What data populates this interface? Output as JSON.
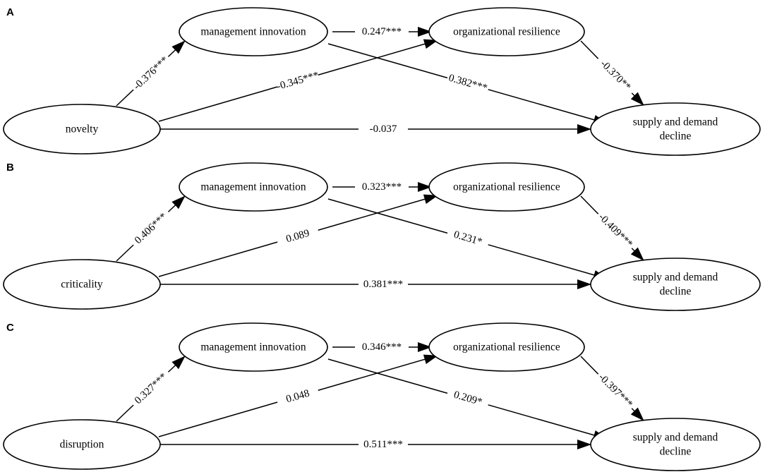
{
  "panels": [
    {
      "letter": "A",
      "source": "novelty",
      "mediator": "management innovation",
      "resilience": "organizational resilience",
      "outcome": [
        "supply and demand",
        "decline"
      ],
      "paths": {
        "source_to_mediator": "-0.376***",
        "mediator_to_resilience": "0.247***",
        "source_to_resilience": "-0.345***",
        "mediator_to_outcome": "0.382***",
        "resilience_to_outcome": "-0.370**",
        "source_to_outcome": "-0.037"
      }
    },
    {
      "letter": "B",
      "source": "criticality",
      "mediator": "management innovation",
      "resilience": "organizational resilience",
      "outcome": [
        "supply and demand",
        "decline"
      ],
      "paths": {
        "source_to_mediator": "0.406***",
        "mediator_to_resilience": "0.323***",
        "source_to_resilience": "0.089",
        "mediator_to_outcome": "0.231*",
        "resilience_to_outcome": "-0.409***",
        "source_to_outcome": "0.381***"
      }
    },
    {
      "letter": "C",
      "source": "disruption",
      "mediator": "management innovation",
      "resilience": "organizational resilience",
      "outcome": [
        "supply and demand",
        "decline"
      ],
      "paths": {
        "source_to_mediator": "0.327***",
        "mediator_to_resilience": "0.346***",
        "source_to_resilience": "0.048",
        "mediator_to_outcome": "0.209*",
        "resilience_to_outcome": "-0.397***",
        "source_to_outcome": "0.511***"
      }
    }
  ]
}
